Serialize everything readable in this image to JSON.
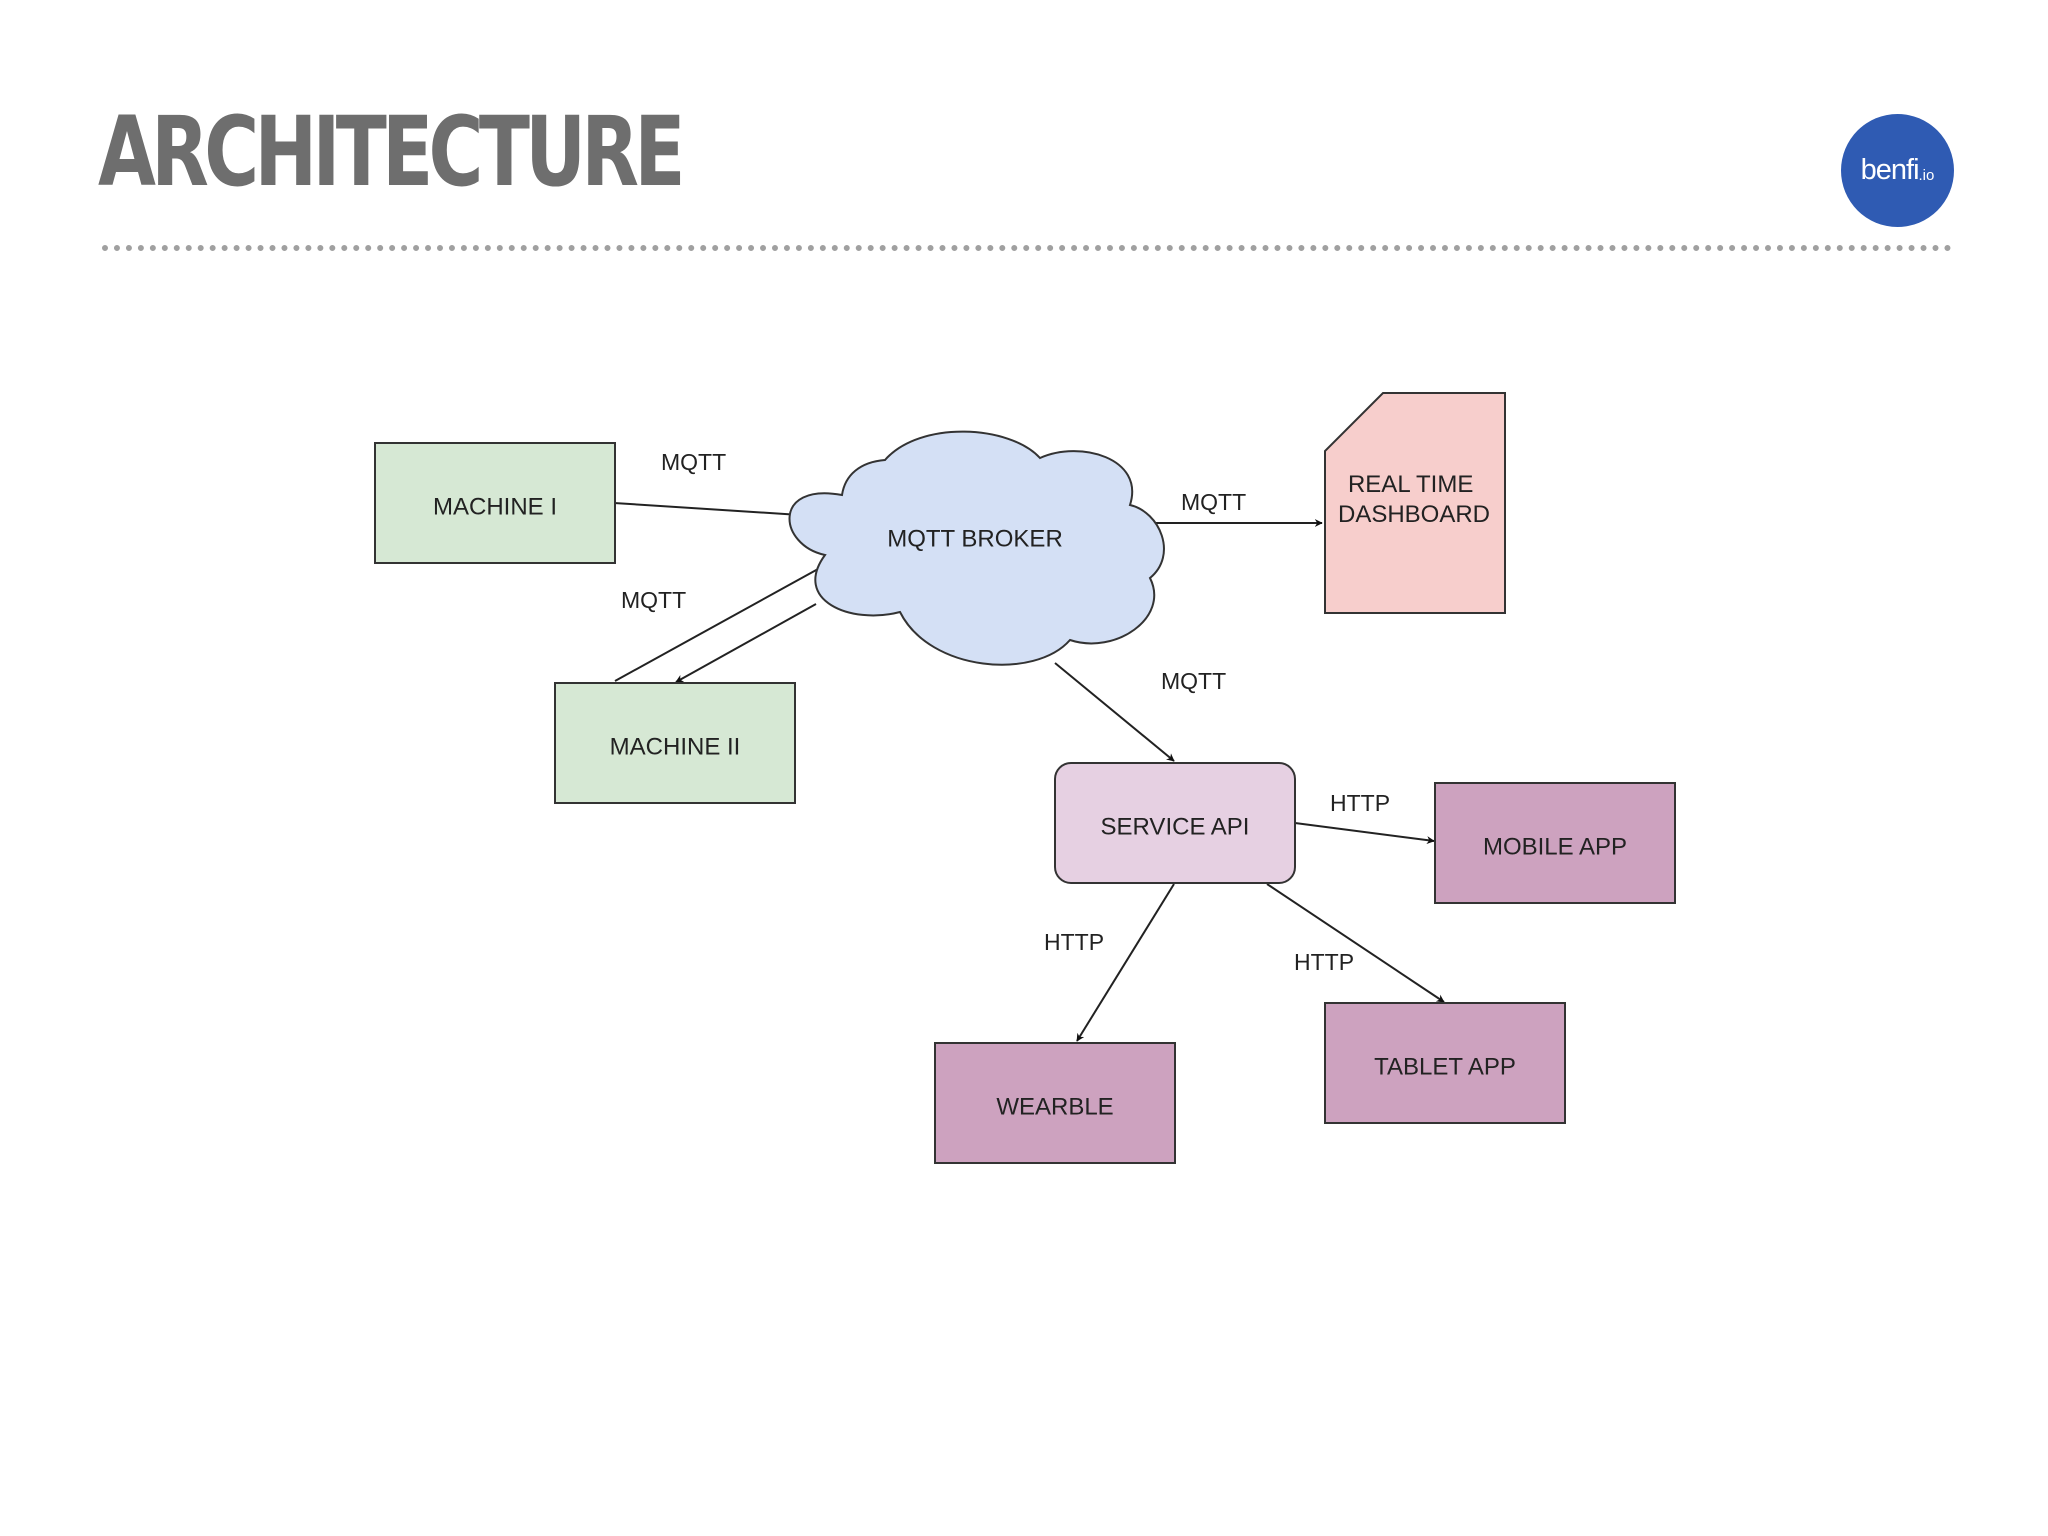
{
  "slide": {
    "title": "ARCHITECTURE",
    "logo": {
      "main": "benfi",
      "sub": ".io"
    }
  },
  "colors": {
    "title": "#6e6e6e",
    "logo_bg": "#2f5bb3",
    "machine_fill": "#d6e8d4",
    "broker_fill": "#d4e0f5",
    "dashboard_fill": "#f7cecc",
    "service_fill": "#e6d0e2",
    "client_fill": "#cda2bf"
  },
  "diagram": {
    "nodes": {
      "machine_1": "MACHINE I",
      "machine_2": "MACHINE II",
      "broker": "MQTT BROKER",
      "dashboard": [
        "REAL TIME",
        "DASHBOARD"
      ],
      "service_api": "SERVICE API",
      "mobile_app": "MOBILE APP",
      "tablet_app": "TABLET APP",
      "wearable": "WEARBLE"
    },
    "edges": {
      "machine1_broker": "MQTT",
      "machine2_broker": "MQTT",
      "broker_dashboard": "MQTT",
      "broker_service": "MQTT",
      "service_mobile": "HTTP",
      "service_wearable": "HTTP",
      "service_tablet": "HTTP"
    }
  }
}
